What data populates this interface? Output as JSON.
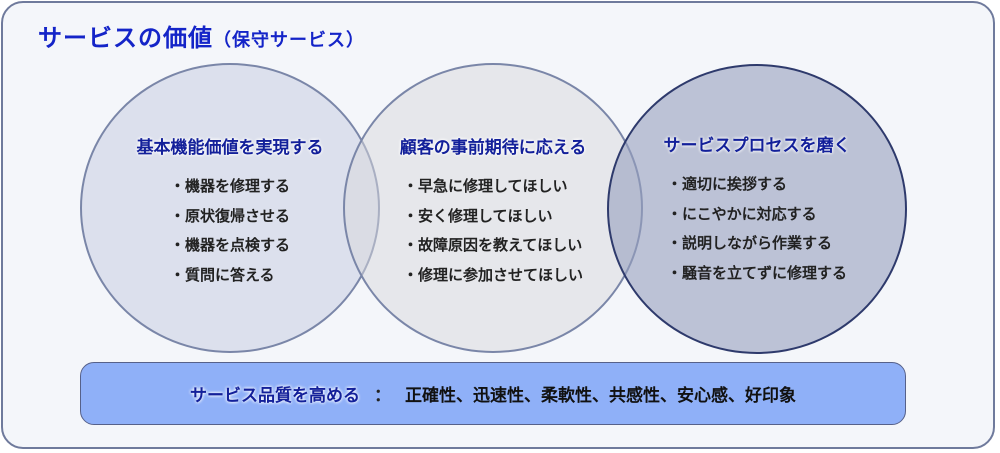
{
  "title": {
    "main": "サービスの価値",
    "sub": "（保守サービス）"
  },
  "circles": [
    {
      "heading": "基本機能価値を実現する",
      "items": [
        "・機器を修理する",
        "・原状復帰させる",
        "・機器を点検する",
        "・質問に答える"
      ]
    },
    {
      "heading": "顧客の事前期待に応える",
      "items": [
        "・早急に修理してほしい",
        "・安く修理してほしい",
        "・故障原因を教えてほしい",
        "・修理に参加させてほしい"
      ]
    },
    {
      "heading": "サービスプロセスを磨く",
      "items": [
        "・適切に挨拶する",
        "・にこやかに対応する",
        "・説明しながら作業する",
        "・騒音を立てずに修理する"
      ]
    }
  ],
  "quality": {
    "label": "サービス品質を高める",
    "separator": "：",
    "values": "正確性、迅速性、柔軟性、共感性、安心感、好印象"
  }
}
